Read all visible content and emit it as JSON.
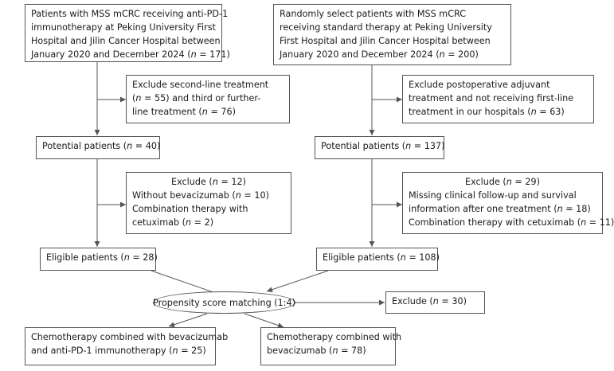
{
  "left": {
    "start": [
      "Patients with MSS mCRC receiving anti-PD-1",
      "immunotherapy at Peking University First",
      "Hospital and Jilin Cancer Hospital between",
      "January 2020 and December 2024 (n = 171)"
    ],
    "exclude1": [
      "Exclude second-line treatment",
      "(n = 55) and third or further-",
      "line treatment (n = 76)"
    ],
    "potential": "Potential patients (n = 40)",
    "exclude2": [
      "Exclude (n = 12)",
      "Without bevacizumab (n = 10)",
      "Combination therapy with",
      "cetuximab (n = 2)"
    ],
    "eligible": "Eligible patients (n = 28)"
  },
  "right": {
    "start": [
      "Randomly select patients with MSS mCRC",
      "receiving standard  therapy at Peking University",
      "First Hospital and Jilin Cancer Hospital between",
      "January 2020 and December 2024 (n = 200)"
    ],
    "exclude1": [
      "Exclude postoperative adjuvant",
      "treatment and not receiving first-line",
      "treatment in our hospitals (n = 63)"
    ],
    "potential": "Potential patients (n = 137)",
    "exclude2": [
      "Exclude (n = 29)",
      "Missing clinical follow-up and survival",
      "information after one treatment (n = 18)",
      "Combination therapy with cetuximab (n = 11)"
    ],
    "eligible": "Eligible patients (n = 108)"
  },
  "matching": "Propensity score matching (1:4)",
  "match_exclude": "Exclude (n = 30)",
  "outcome_left": [
    "Chemotherapy combined with bevacizumab",
    "and anti-PD-1 immunotherapy (n = 25)"
  ],
  "outcome_right": [
    "Chemotherapy combined with",
    "bevacizumab (n = 78)"
  ]
}
